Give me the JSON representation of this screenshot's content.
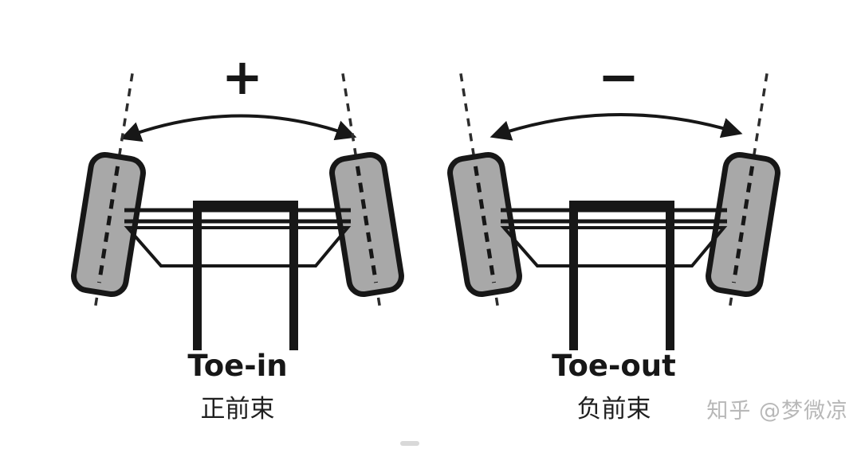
{
  "page": {
    "background": "#ffffff"
  },
  "diagrams": [
    {
      "sign": "+",
      "label_en": "Toe-in",
      "label_zh": "正前束"
    },
    {
      "sign": "−",
      "label_en": "Toe-out",
      "label_zh": "负前束"
    }
  ],
  "watermark": {
    "text": "知乎 @梦微凉",
    "color": "#b8b8b8"
  },
  "colors": {
    "line": "#171717",
    "wheel_fill": "#a8a8a8",
    "dashed_axis": "#2d2d2d",
    "watermark_gray": "#b8b8b8"
  }
}
